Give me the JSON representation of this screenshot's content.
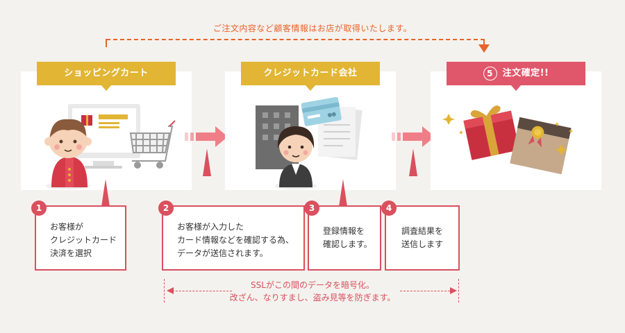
{
  "top_note": "ご注文内容など顧客情報はお店が取得いたします。",
  "stages": [
    {
      "label": "ショッピングカート"
    },
    {
      "label": "クレジットカード会社"
    },
    {
      "label": "注文確定!!",
      "number": "5"
    }
  ],
  "steps": [
    {
      "number": "1",
      "text": "お客様が\nクレジットカード\n決済を選択"
    },
    {
      "number": "2",
      "text": "お客様が入力した\nカード情報などを確認する為、\nデータが送信されます。"
    },
    {
      "number": "3",
      "text": "登録情報を\n確認します。"
    },
    {
      "number": "4",
      "text": "調査結果を\n送信します"
    }
  ],
  "ssl_note": "SSLがこの間のデータを暗号化。\n改ざん、なりすまし、盗み見等を防ぎます。",
  "colors": {
    "accent_orange": "#e8632b",
    "gold": "#e2b535",
    "red": "#d9505f",
    "pink_arrow": "#ef7e88",
    "background": "#f4f2ee"
  },
  "icons": [
    "shopping-cart-icon",
    "computer-monitor-icon",
    "customer-icon",
    "office-building-icon",
    "credit-card-icon",
    "document-icon",
    "operator-icon",
    "gift-box-icon",
    "sparkle-icon",
    "rosette-icon"
  ]
}
